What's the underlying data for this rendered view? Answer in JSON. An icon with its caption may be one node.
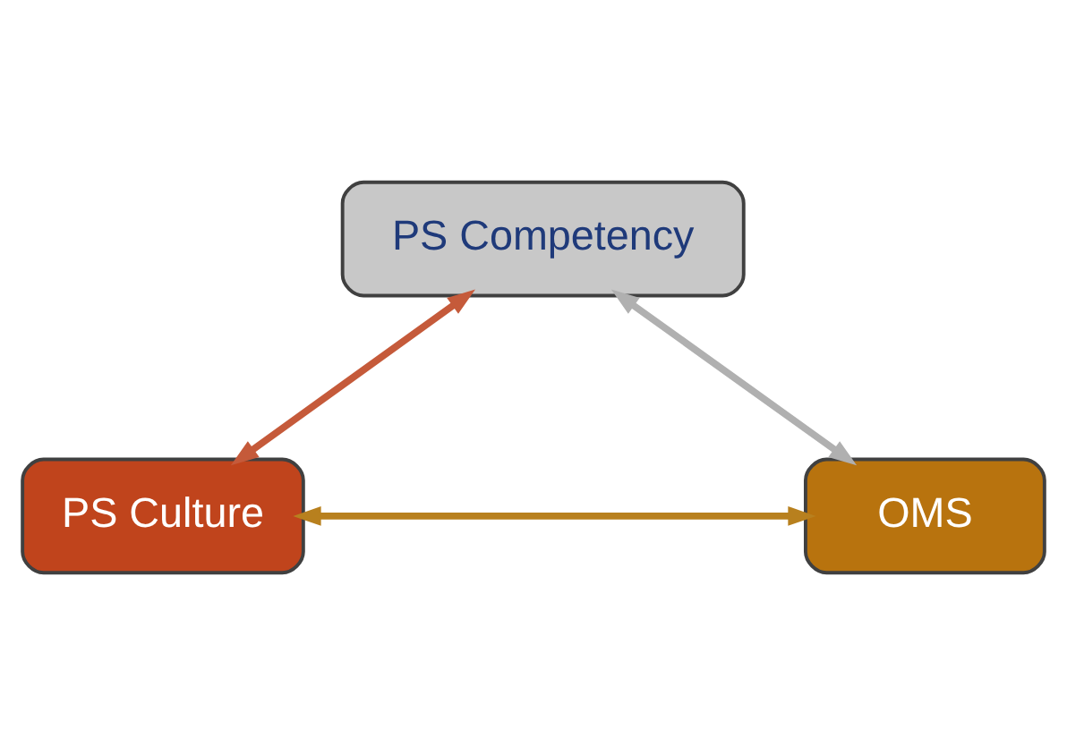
{
  "diagram": {
    "nodes": [
      {
        "text": [
          "PS Competency"
        ]
      },
      {
        "text": [
          "PS Culture"
        ]
      },
      {
        "text": [
          "OMS"
        ]
      }
    ],
    "edges": [
      {
        "from": 1,
        "to": 0,
        "arrow": "both",
        "color": "#c55a3a"
      },
      {
        "from": 2,
        "to": 0,
        "arrow": "both",
        "color": "#b0b0b0"
      },
      {
        "from": 1,
        "to": 2,
        "arrow": "both",
        "color": "#b8801e"
      }
    ]
  }
}
